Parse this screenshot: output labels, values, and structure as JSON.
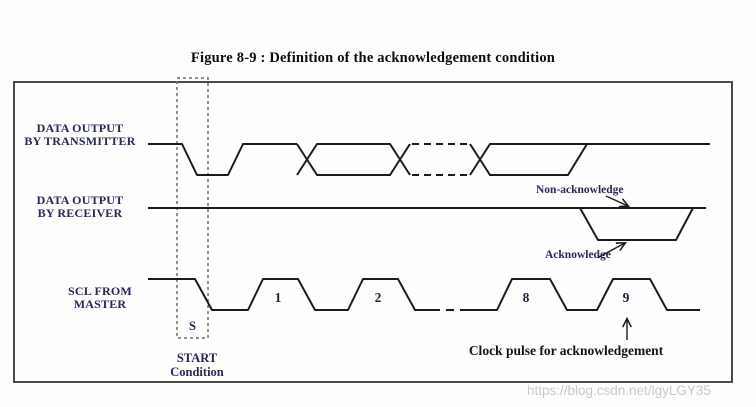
{
  "figure_title": "Figure 8-9 : Definition of the acknowledgement condition",
  "signals": {
    "transmitter": {
      "line1": "DATA OUTPUT",
      "line2": "BY TRANSMITTER"
    },
    "receiver": {
      "line1": "DATA OUTPUT",
      "line2": "BY RECEIVER"
    },
    "scl": {
      "line1": "SCL FROM",
      "line2": "MASTER"
    }
  },
  "start_condition": {
    "symbol": "S",
    "line1": "START",
    "line2": "Condition"
  },
  "clock_pulses": [
    "1",
    "2",
    "8",
    "9"
  ],
  "annotations": {
    "non_acknowledge": "Non-acknowledge",
    "acknowledge": "Acknowledge",
    "clock_pulse_note": "Clock pulse for acknowledgement"
  },
  "watermark": "https://blog.csdn.net/lgyLGY35",
  "colors": {
    "wire_ink": "#1c1c1c",
    "label_ink": "#27275a",
    "box_border": "#4a4a4a",
    "dashed_box": "#6e6e6e",
    "watermark": "#c9c9c9"
  }
}
